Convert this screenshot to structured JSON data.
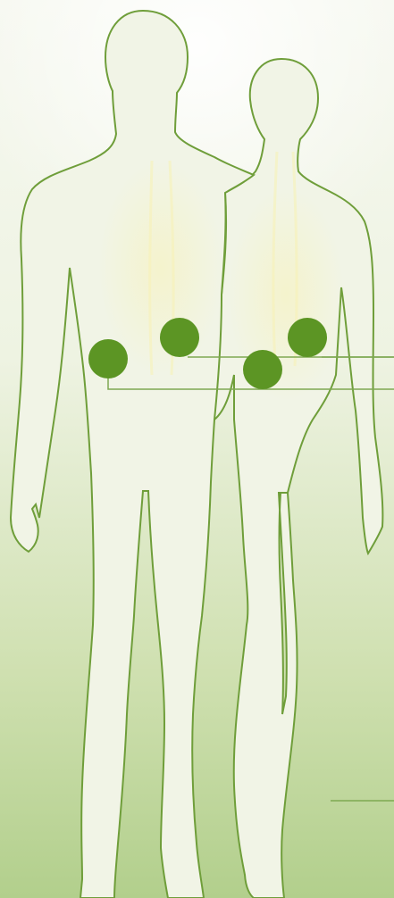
{
  "theme": {
    "figure_fill": "#f1f4e6",
    "figure_stroke": "#6f9e3a",
    "marker_color": "#5c9524",
    "leader_color": "#7fa852",
    "glow_color": "#f7f2b8"
  },
  "figures": [
    {
      "id": "male",
      "icon": "male-silhouette-icon"
    },
    {
      "id": "female",
      "icon": "female-silhouette-icon"
    }
  ],
  "markers": [
    {
      "id": "left-side",
      "icon": "point-marker-icon"
    },
    {
      "id": "left-abdomen",
      "icon": "point-marker-icon"
    },
    {
      "id": "center-abdomen",
      "icon": "point-marker-icon"
    },
    {
      "id": "right-abdomen",
      "icon": "point-marker-icon"
    }
  ]
}
